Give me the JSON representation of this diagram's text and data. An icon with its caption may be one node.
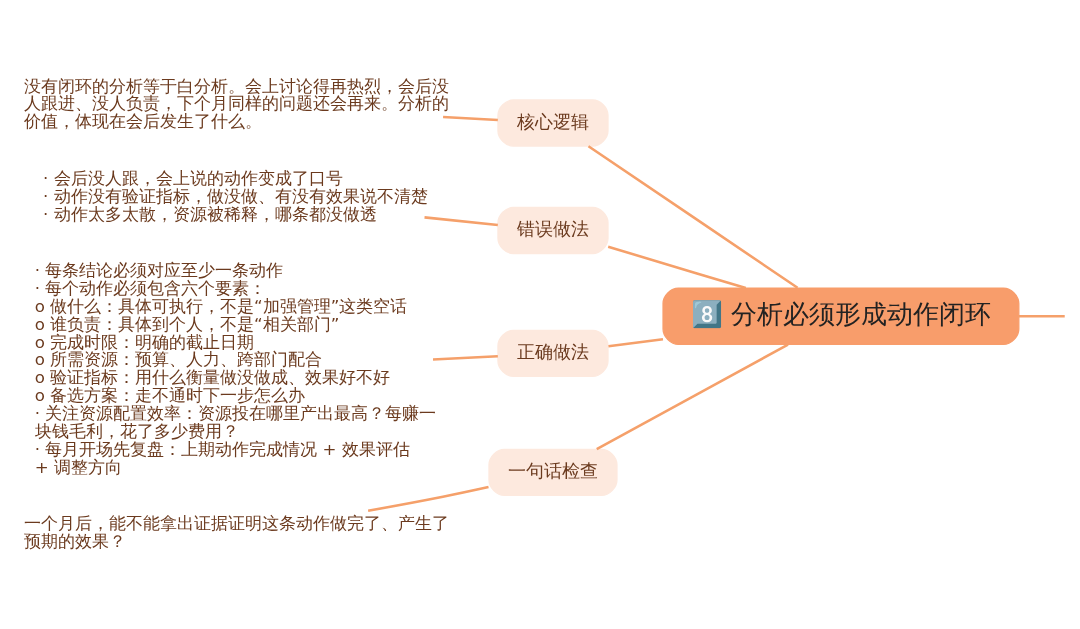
{
  "diagram": {
    "nodes": [
      {
        "text": [
          "8️⃣ 分析必须形成动作闭环"
        ]
      },
      {
        "text": [
          "核心逻辑"
        ]
      },
      {
        "text": [
          "错误做法"
        ]
      },
      {
        "text": [
          "正确做法"
        ]
      },
      {
        "text": [
          "一句话检查"
        ]
      },
      {
        "text": [
          "没有闭环的分析等于白分析。会上讨论得再热烈，会后没人跟进、没人负责，下个月同样的问题还会再来。分析的价值，体现在会后发生了什么。"
        ]
      },
      {
        "text": [
          "· 会后没人跟，会上说的动作变成了口号",
          "· 动作没有验证指标，做没做、有没有效果说不清楚",
          "· 动作太多太散，资源被稀释，哪条都没做透"
        ]
      },
      {
        "text": [
          "· 每条结论必须对应至少一条动作",
          "· 每个动作必须包含六个要素：",
          "o 做什么：具体可执行，不是“加强管理”这类空话",
          "o 谁负责：具体到个人，不是“相关部门”",
          "o 完成时限：明确的截止日期",
          "o 所需资源：预算、人力、跨部门配合",
          "o 验证指标：用什么衡量做没做成、效果好不好",
          "o 备选方案：走不通时下一步怎么办",
          "· 关注资源配置效率：资源投在哪里产出最高？每赚一块钱毛利，花了多少费用？",
          "· 每月开场先复盘：上期动作完成情况 + 效果评估 + 调整方向"
        ]
      },
      {
        "text": [
          "一个月后，能不能拿出证据证明这条动作做完了、产生了预期的效果？"
        ]
      }
    ],
    "edges": [
      {
        "from": null,
        "to": 0,
        "arrow": "none"
      },
      {
        "from": 0,
        "to": 1,
        "arrow": "none"
      },
      {
        "from": 0,
        "to": 2,
        "arrow": "none"
      },
      {
        "from": 0,
        "to": 3,
        "arrow": "none"
      },
      {
        "from": 0,
        "to": 4,
        "arrow": "none"
      },
      {
        "from": 1,
        "to": 5,
        "arrow": "none"
      },
      {
        "from": 2,
        "to": 6,
        "arrow": "none"
      },
      {
        "from": 3,
        "to": 7,
        "arrow": "none"
      },
      {
        "from": 4,
        "to": 8,
        "arrow": "none"
      }
    ]
  }
}
